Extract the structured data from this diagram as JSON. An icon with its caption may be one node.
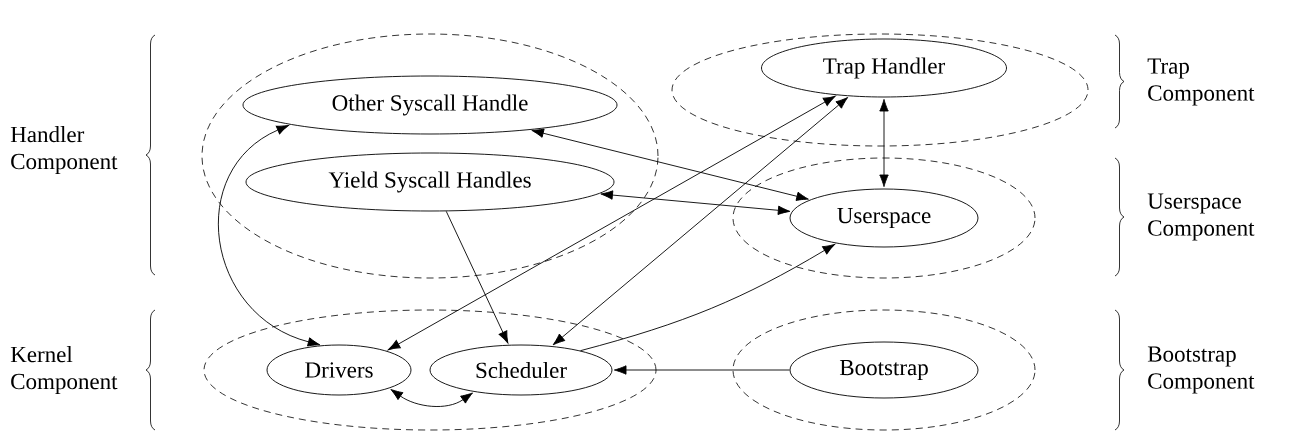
{
  "diagram": {
    "nodes": [
      {
        "text": [],
        "shape": "ellipse"
      },
      {
        "text": [
          "Other Syscall Handle"
        ],
        "in": 0
      },
      {
        "text": [
          "Yield Syscall Handles"
        ],
        "in": 0
      },
      {
        "text": [],
        "shape": "ellipse"
      },
      {
        "text": [
          "Trap Handler"
        ],
        "in": 3
      },
      {
        "text": [],
        "shape": "ellipse"
      },
      {
        "text": [
          "Userspace"
        ],
        "in": 5
      },
      {
        "text": [],
        "shape": "ellipse"
      },
      {
        "text": [
          "Drivers"
        ],
        "in": 7
      },
      {
        "text": [
          "Scheduler"
        ],
        "in": 7
      },
      {
        "text": [],
        "shape": "ellipse"
      },
      {
        "text": [
          "Bootstrap"
        ],
        "in": 10
      }
    ],
    "edges": [
      {
        "from": 1,
        "to": 6,
        "arrow": "both"
      },
      {
        "from": 2,
        "to": 6,
        "arrow": "both"
      },
      {
        "from": 2,
        "to": 9,
        "arrow": "to"
      },
      {
        "from": 8,
        "to": 4,
        "arrow": "both"
      },
      {
        "from": 9,
        "to": 4,
        "arrow": "both"
      },
      {
        "from": 4,
        "to": 6,
        "arrow": "both"
      },
      {
        "from": 9,
        "to": 6,
        "arrow": "to"
      },
      {
        "from": 11,
        "to": 9,
        "arrow": "to"
      },
      {
        "from": 8,
        "to": 1,
        "arrow": "both"
      },
      {
        "from": 8,
        "to": 9,
        "arrow": "both"
      }
    ],
    "labels": [
      "Handler Component",
      "Trap Component",
      "Userspace Component",
      "Kernel Component",
      "Bootstrap Component"
    ]
  }
}
